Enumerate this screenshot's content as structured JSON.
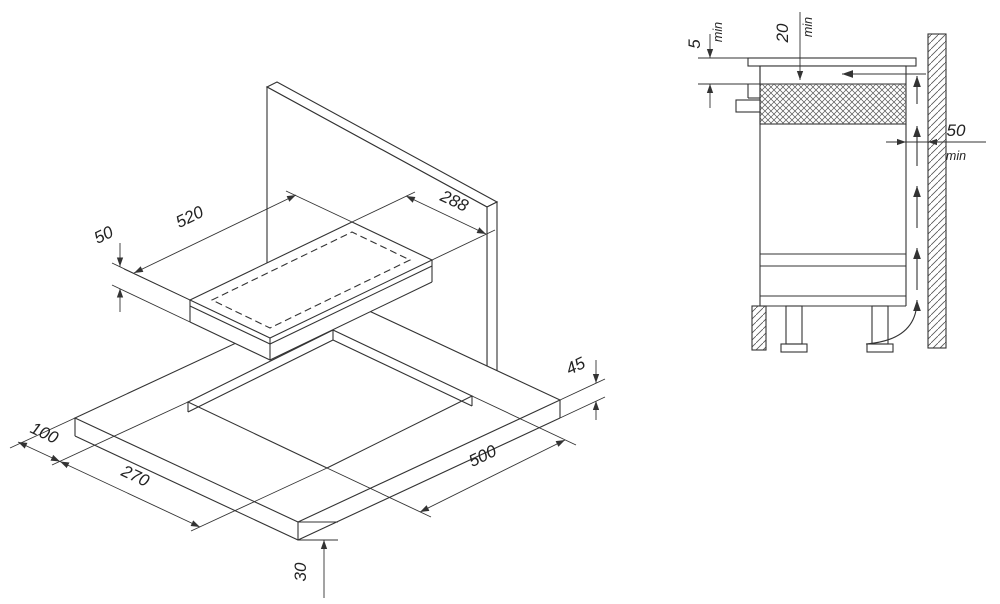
{
  "drawing": {
    "kind": "built-in hob installation drawing",
    "isometric": {
      "hob_width": "520",
      "hob_depth": "288",
      "hob_height": "50",
      "cutout_offset": "100",
      "cutout_width": "270",
      "cutout_length": "500",
      "rear_clearance": "45",
      "worktop_thickness": "30"
    },
    "section": {
      "glass_protrusion": "5",
      "rear_gap": "20",
      "wall_gap": "50",
      "min_label": "min"
    },
    "colors": {
      "line": "#333333",
      "text": "#222222",
      "background": "#ffffff"
    }
  }
}
